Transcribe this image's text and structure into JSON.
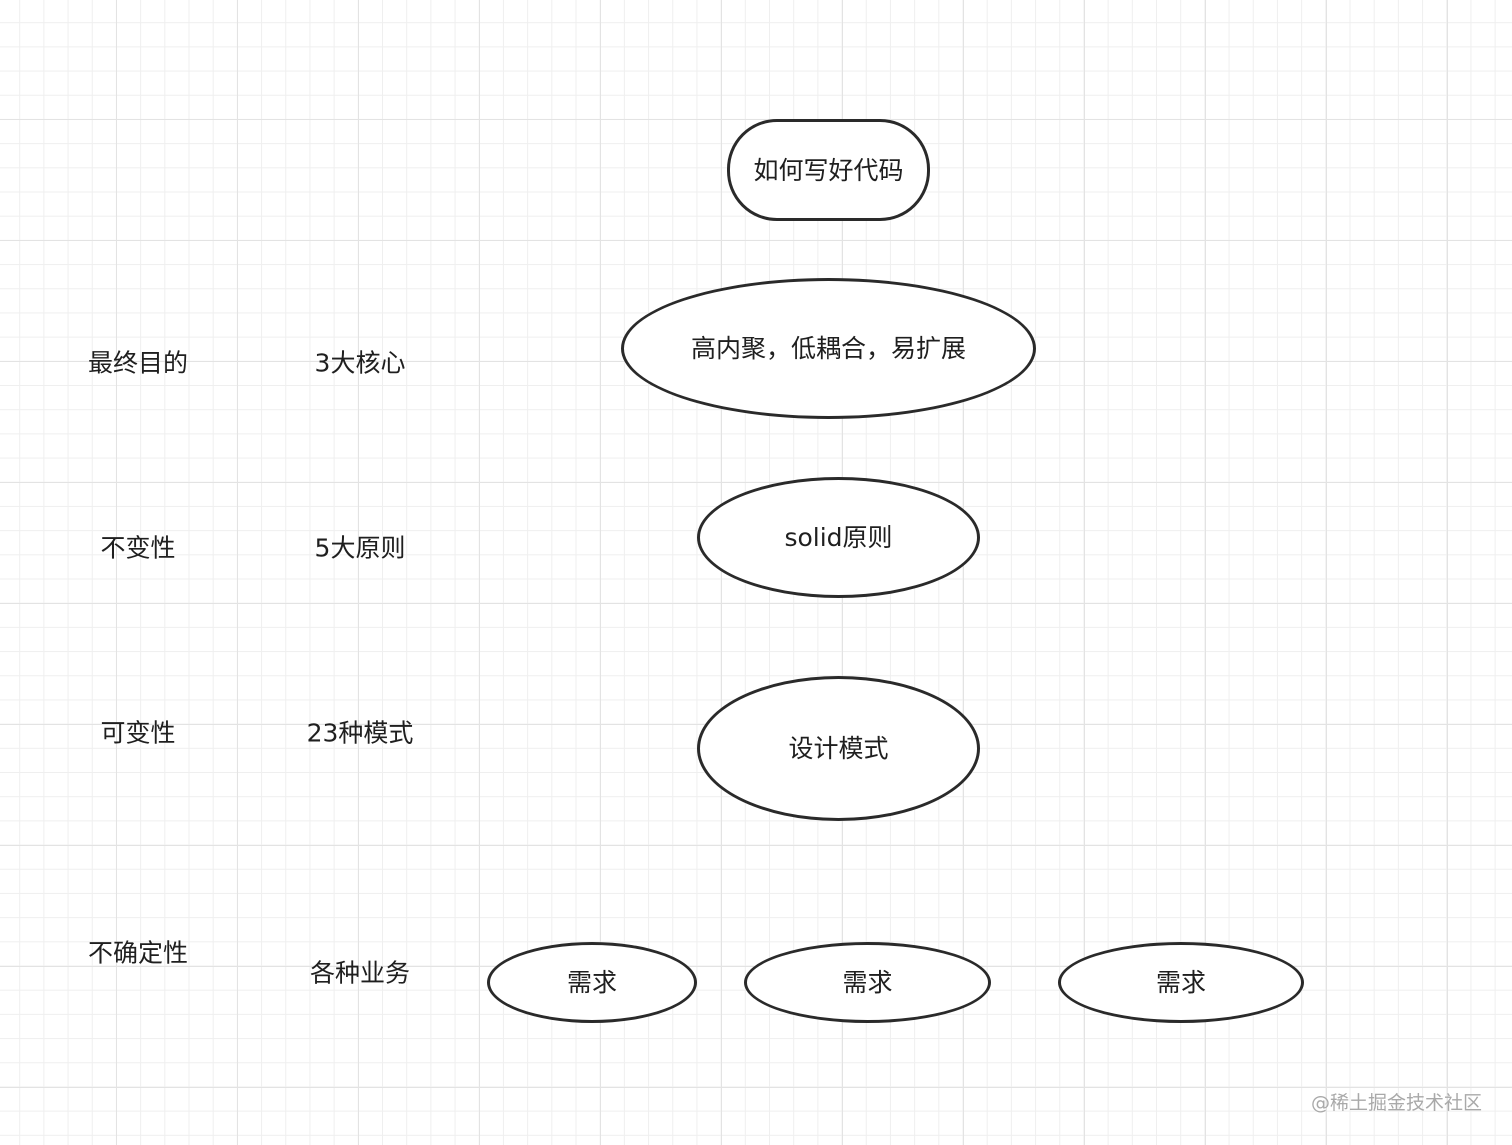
{
  "rows": [
    {
      "category": "最终目的",
      "aspect": "3大核心"
    },
    {
      "category": "不变性",
      "aspect": "5大原则"
    },
    {
      "category": "可变性",
      "aspect": "23种模式"
    },
    {
      "category": "不确定性",
      "aspect": "各种业务"
    }
  ],
  "nodes": {
    "root": "如何写好代码",
    "core": "高内聚，低耦合，易扩展",
    "principles": "solid原则",
    "patterns": "设计模式",
    "requirements": [
      "需求",
      "需求",
      "需求"
    ]
  },
  "watermark": "@稀土掘金技术社区",
  "colors": {
    "stroke": "#2a2a2a",
    "grid_major": "#e3e3e3",
    "grid_minor": "#efefef",
    "watermark": "#a9a9a9"
  }
}
